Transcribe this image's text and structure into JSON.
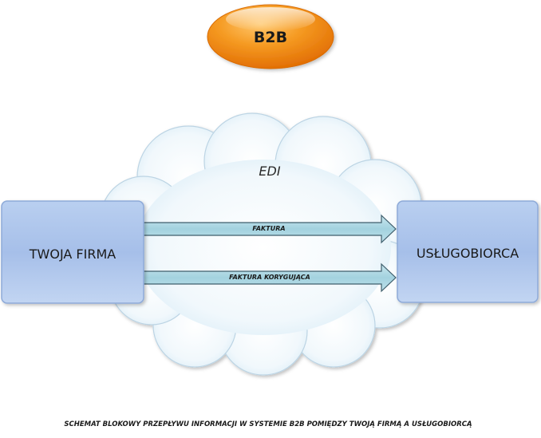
{
  "badge": {
    "label": "B2B"
  },
  "cloud": {
    "label": "EDI"
  },
  "left_box": {
    "label": "TWOJA FIRMA"
  },
  "right_box": {
    "label": "USŁUGOBIORCA"
  },
  "arrows": [
    {
      "label": "FAKTURA"
    },
    {
      "label": "FAKTURA KORYGUJĄCA"
    }
  ],
  "caption": "SCHEMAT BLOKOWY PRZEPŁYWU INFORMACJI W SYSTEMIE B2B POMIĘDZY TWOJĄ FIRMĄ A USŁUGOBIORCĄ",
  "colors": {
    "badge": "#f07c00",
    "box": "#a9c2ea",
    "arrow": "#a8d5e0",
    "cloud": "#e4f2fa"
  }
}
